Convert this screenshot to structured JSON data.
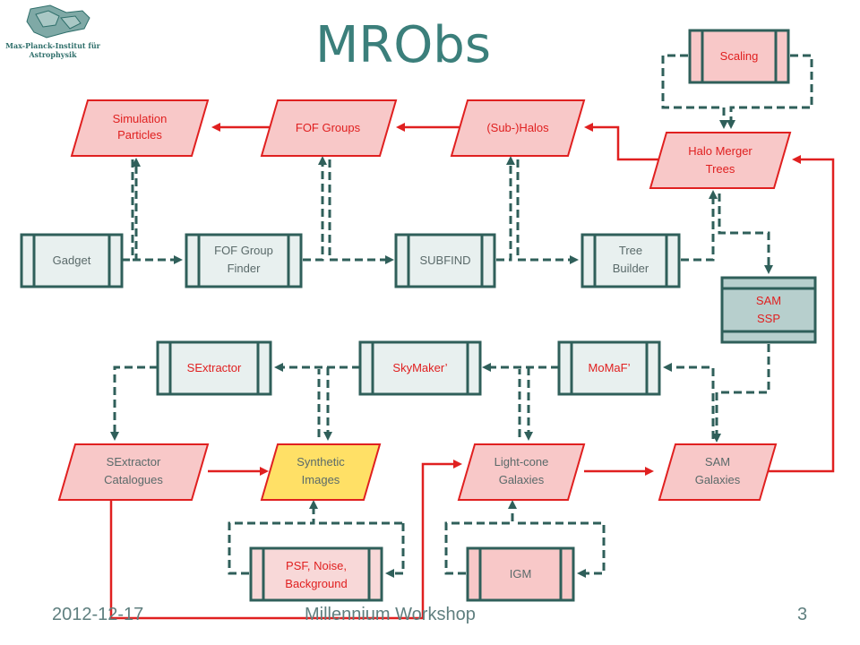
{
  "title": "MRObs",
  "logo": {
    "line1": "Max-Planck-Institut für",
    "line2": "Astrophysik"
  },
  "footer": {
    "date": "2012-12-17",
    "center": "Millennium Workshop",
    "page": "3"
  },
  "colors": {
    "teal": "#2f5f5a",
    "teal_fill": "#b7cfcd",
    "process_fill": "#e8f0ef",
    "red_border": "#e02020",
    "pink_fill": "#f8c8c8",
    "yellow_fill": "#ffe066",
    "red_text": "#e02020",
    "dark_text": "#5a6a6a"
  },
  "nodes": {
    "simulation_particles": {
      "lines": [
        "Simulation",
        "Particles"
      ]
    },
    "fof_groups": {
      "lines": [
        "FOF Groups"
      ]
    },
    "subhalos": {
      "lines": [
        "(Sub-)Halos"
      ]
    },
    "halo_merger_trees": {
      "lines": [
        "Halo Merger",
        "Trees"
      ]
    },
    "scaling": {
      "lines": [
        "Scaling"
      ]
    },
    "gadget": {
      "lines": [
        "Gadget"
      ]
    },
    "fof_group_finder": {
      "lines": [
        "FOF Group",
        "Finder"
      ]
    },
    "subfind": {
      "lines": [
        "SUBFIND"
      ]
    },
    "tree_builder": {
      "lines": [
        "Tree",
        "Builder"
      ]
    },
    "sam_ssp": {
      "lines": [
        "SAM",
        "SSP"
      ]
    },
    "sextractor": {
      "lines": [
        "SExtractor"
      ]
    },
    "skymaker": {
      "lines": [
        "SkyMaker’"
      ]
    },
    "momaf": {
      "lines": [
        "MoMaF’"
      ]
    },
    "sextractor_catalogues": {
      "lines": [
        "SExtractor",
        "Catalogues"
      ]
    },
    "synthetic_images": {
      "lines": [
        "Synthetic",
        "Images"
      ]
    },
    "lightcone_galaxies": {
      "lines": [
        "Light-cone",
        "Galaxies"
      ]
    },
    "sam_galaxies": {
      "lines": [
        "SAM",
        "Galaxies"
      ]
    },
    "psf_noise_background": {
      "lines": [
        "PSF, Noise,",
        "Background"
      ]
    },
    "igm": {
      "lines": [
        "IGM"
      ]
    }
  }
}
